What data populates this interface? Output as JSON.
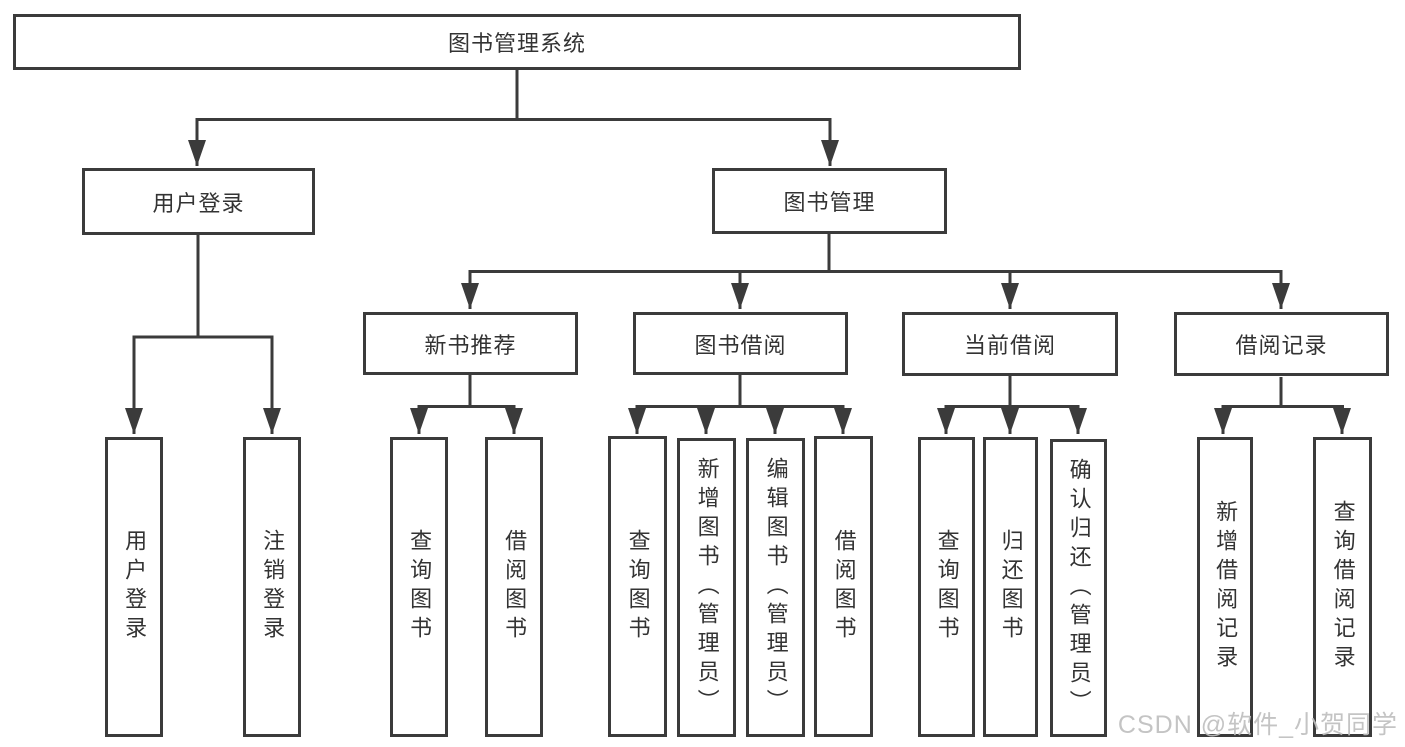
{
  "diagram": {
    "title": "图书管理系统",
    "root": {
      "label": "图书管理系统"
    },
    "branches": [
      {
        "label": "用户登录",
        "leaves": [
          "用户登录",
          "注销登录"
        ]
      },
      {
        "label": "图书管理",
        "groups": [
          {
            "label": "新书推荐",
            "leaves": [
              "查询图书",
              "借阅图书"
            ]
          },
          {
            "label": "图书借阅",
            "leaves": [
              "查询图书",
              "新增图书（管理员）",
              "编辑图书（管理员）",
              "借阅图书"
            ]
          },
          {
            "label": "当前借阅",
            "leaves": [
              "查询图书",
              "归还图书",
              "确认归还（管理员）"
            ]
          },
          {
            "label": "借阅记录",
            "leaves": [
              "新增借阅记录",
              "查询借阅记录"
            ]
          }
        ]
      }
    ]
  },
  "watermark": {
    "text": "CSDN @软件_小贺同学",
    "color": "#bfbfbf"
  },
  "colors": {
    "line": "#3b3b3b",
    "box_border": "#3b3b3b",
    "text": "#333333",
    "background": "#ffffff"
  }
}
